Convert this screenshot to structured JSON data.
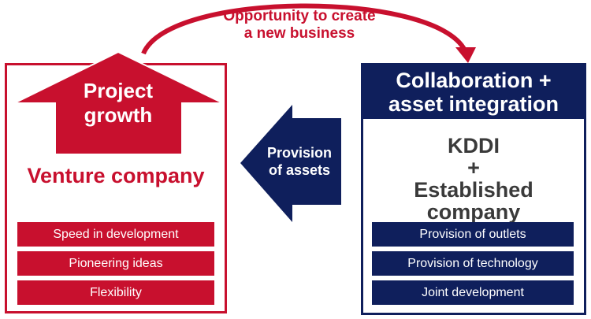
{
  "opportunity": {
    "line1": "Opportunity to create",
    "line2": "a new business"
  },
  "left": {
    "growth_line1": "Project",
    "growth_line2": "growth",
    "title": "Venture company",
    "items": [
      "Speed in development",
      "Pioneering ideas",
      "Flexibility"
    ]
  },
  "provision": {
    "line1": "Provision",
    "line2": "of assets"
  },
  "right": {
    "header_line1": "Collaboration +",
    "header_line2": "asset integration",
    "center_line1": "KDDI",
    "center_line2": "+",
    "center_line3": "Established",
    "center_line4": "company",
    "items": [
      "Provision of outlets",
      "Provision of technology",
      "Joint development"
    ]
  },
  "colors": {
    "red": "#c8102e",
    "navy": "#0f1f5c"
  }
}
